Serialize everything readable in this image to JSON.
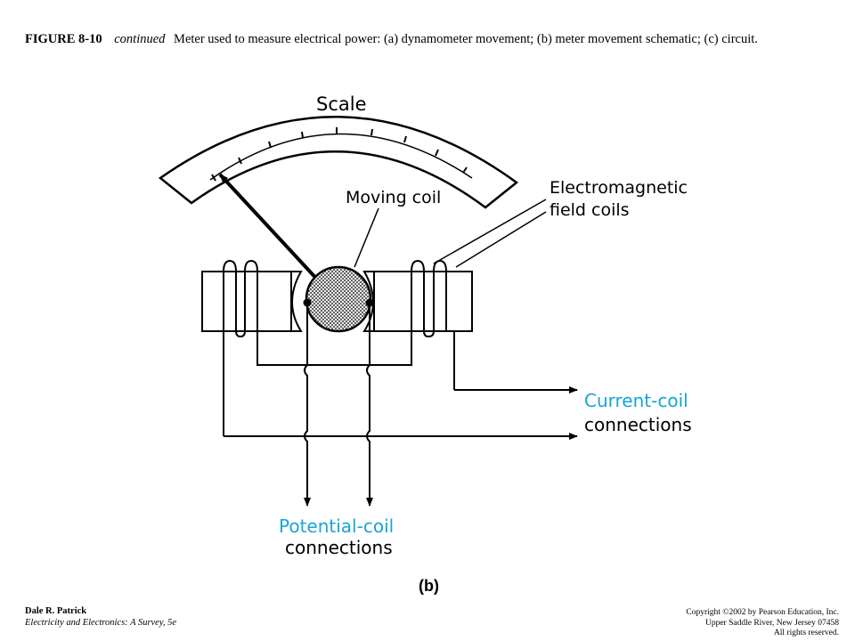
{
  "caption": {
    "figure_number": "FIGURE 8-10",
    "continued": "continued",
    "text": "Meter used to measure electrical power: (a) dynamometer movement; (b) meter movement schematic; (c) circuit."
  },
  "diagram": {
    "scale_label": "Scale",
    "moving_coil_label": "Moving coil",
    "field_coils_label_line1": "Electromagnetic",
    "field_coils_label_line2": "field coils",
    "current_coil_label_line1": "Current-coil",
    "current_coil_label_line2": "connections",
    "potential_coil_label_line1": "Potential-coil",
    "potential_coil_label_line2": "connections",
    "part_label": "(b)",
    "colors": {
      "line": "#000000",
      "accent_blue": "#1aa3d9",
      "coil_fill": "#d9d9d9"
    }
  },
  "footer": {
    "author": "Dale R. Patrick",
    "book": "Electricity and Electronics: A Survey, 5e",
    "copyright_line1": "Copyright ©2002 by Pearson Education, Inc.",
    "copyright_line2": "Upper Saddle River, New Jersey 07458",
    "copyright_line3": "All rights reserved."
  }
}
